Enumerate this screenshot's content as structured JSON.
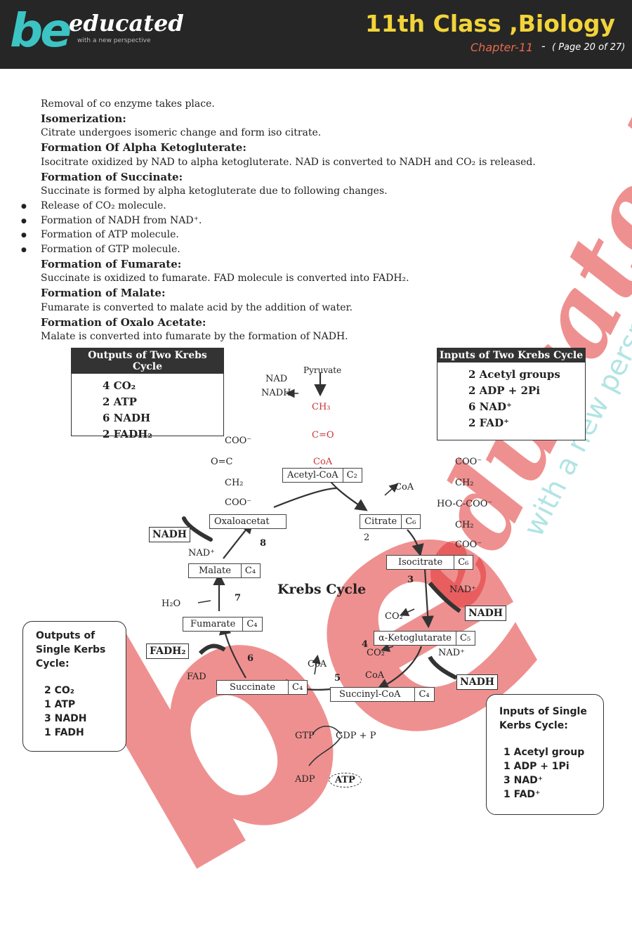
{
  "header": {
    "logo_be": "be",
    "logo_educated": "educated",
    "logo_tagline": "with a new perspective",
    "title": "11th Class ,Biology",
    "chapter": "Chapter-11",
    "dash": "-",
    "page": "( Page 20 of 27)"
  },
  "watermark": {
    "be": "be",
    "educated": "educated",
    "tagline": "with a new perspective"
  },
  "body": {
    "l1": "Removal of co enzyme takes place.",
    "h1": "Isomerization:",
    "l2": "Citrate undergoes isomeric change and form iso citrate.",
    "h2": "Formation Of Alpha Ketogluterate:",
    "l3": "Isocitrate oxidized by NAD to alpha ketogluterate. NAD is converted to NADH and CO₂ is released.",
    "h3": "Formation of Succinate:",
    "l4": "Succinate is formed by alpha ketogluterate due to following changes.",
    "b1": "Release of CO₂ molecule.",
    "b2": "Formation of NADH from NAD⁺.",
    "b3": "Formation of ATP molecule.",
    "b4": "Formation of GTP molecule.",
    "h4": "Formation of Fumarate:",
    "l5": "Succinate is oxidized to fumarate. FAD molecule is converted into FADH₂.",
    "h5": "Formation of Malate:",
    "l6": "Fumarate is converted to malate acid by the addition of water.",
    "h6": "Formation of Oxalo Acetate:",
    "l7": "Malate is converted into fumarate by the formation of NADH."
  },
  "diagram": {
    "outputs_two": {
      "title": "Outputs of Two Krebs Cycle",
      "items": [
        "4 CO₂",
        "2 ATP",
        "6 NADH",
        "2 FADH₂"
      ]
    },
    "inputs_two": {
      "title": "Inputs of Two Krebs Cycle",
      "items": [
        "2 Acetyl groups",
        "2 ADP + 2Pi",
        "6 NAD⁺",
        "2 FAD⁺"
      ]
    },
    "outputs_single": {
      "title1": "Outputs of",
      "title2": "Single Kerbs",
      "title3": "Cycle:",
      "items": [
        "2 CO₂",
        "1 ATP",
        "3 NADH",
        "1 FADH"
      ]
    },
    "inputs_single": {
      "title1": "Inputs of Single",
      "title2": "Kerbs Cycle:",
      "items": [
        "1 Acetyl group",
        "1 ADP + 1Pi",
        "3 NAD⁺",
        "1 FAD⁺"
      ]
    },
    "center": "Krebs Cycle",
    "molecules": {
      "acetyl": "Acetyl-CoA",
      "acetyl_c": "C₂",
      "citrate": "Citrate",
      "citrate_c": "C₆",
      "isocitrate": "Isocitrate",
      "isocitrate_c": "C₆",
      "akg": "α-Ketoglutarate",
      "akg_c": "C₅",
      "succinyl": "Succinyl-CoA",
      "succinyl_c": "C₄",
      "succinate": "Succinate",
      "succinate_c": "C₄",
      "fumarate": "Fumarate",
      "fumarate_c": "C₄",
      "malate": "Malate",
      "malate_c": "C₄",
      "oxaloacetate": "Oxaloacetat"
    },
    "labels": {
      "pyruvate": "Pyruvate",
      "nad_top": "NAD",
      "nadh_top": "NADH",
      "ch3": "CH₃",
      "co": "C=O",
      "coa_top": "CoA",
      "coa_citrate": "CoA",
      "coo1": "COO⁻",
      "oc": "O=C",
      "ch2a": "CH₂",
      "coo2": "COO⁻",
      "coo3": "COO⁻",
      "ch2b": "CH₂",
      "hoccoo": "HO-C-COO⁻",
      "ch2c": "CH₂",
      "coo4": "COO⁻",
      "n2": "2",
      "n3": "3",
      "n4": "4",
      "n5": "5",
      "n6": "6",
      "n7": "7",
      "n8": "8",
      "nad_plus1": "NAD⁺",
      "co2a": "CO₂",
      "co2b": "CO₂",
      "nad_plus2": "NAD⁺",
      "coa_a": "CoA",
      "coa_b": "CoA",
      "fad": "FAD",
      "h2o": "H₂O",
      "nad_left": "NAD⁺",
      "gtp": "GTP",
      "gdp": "GDP + P",
      "adp": "ADP",
      "atp": "ATP"
    },
    "cofactors": {
      "nadh_left": "NADH",
      "nadh_r1": "NADH",
      "nadh_r2": "NADH",
      "fadh2": "FADH₂"
    }
  }
}
